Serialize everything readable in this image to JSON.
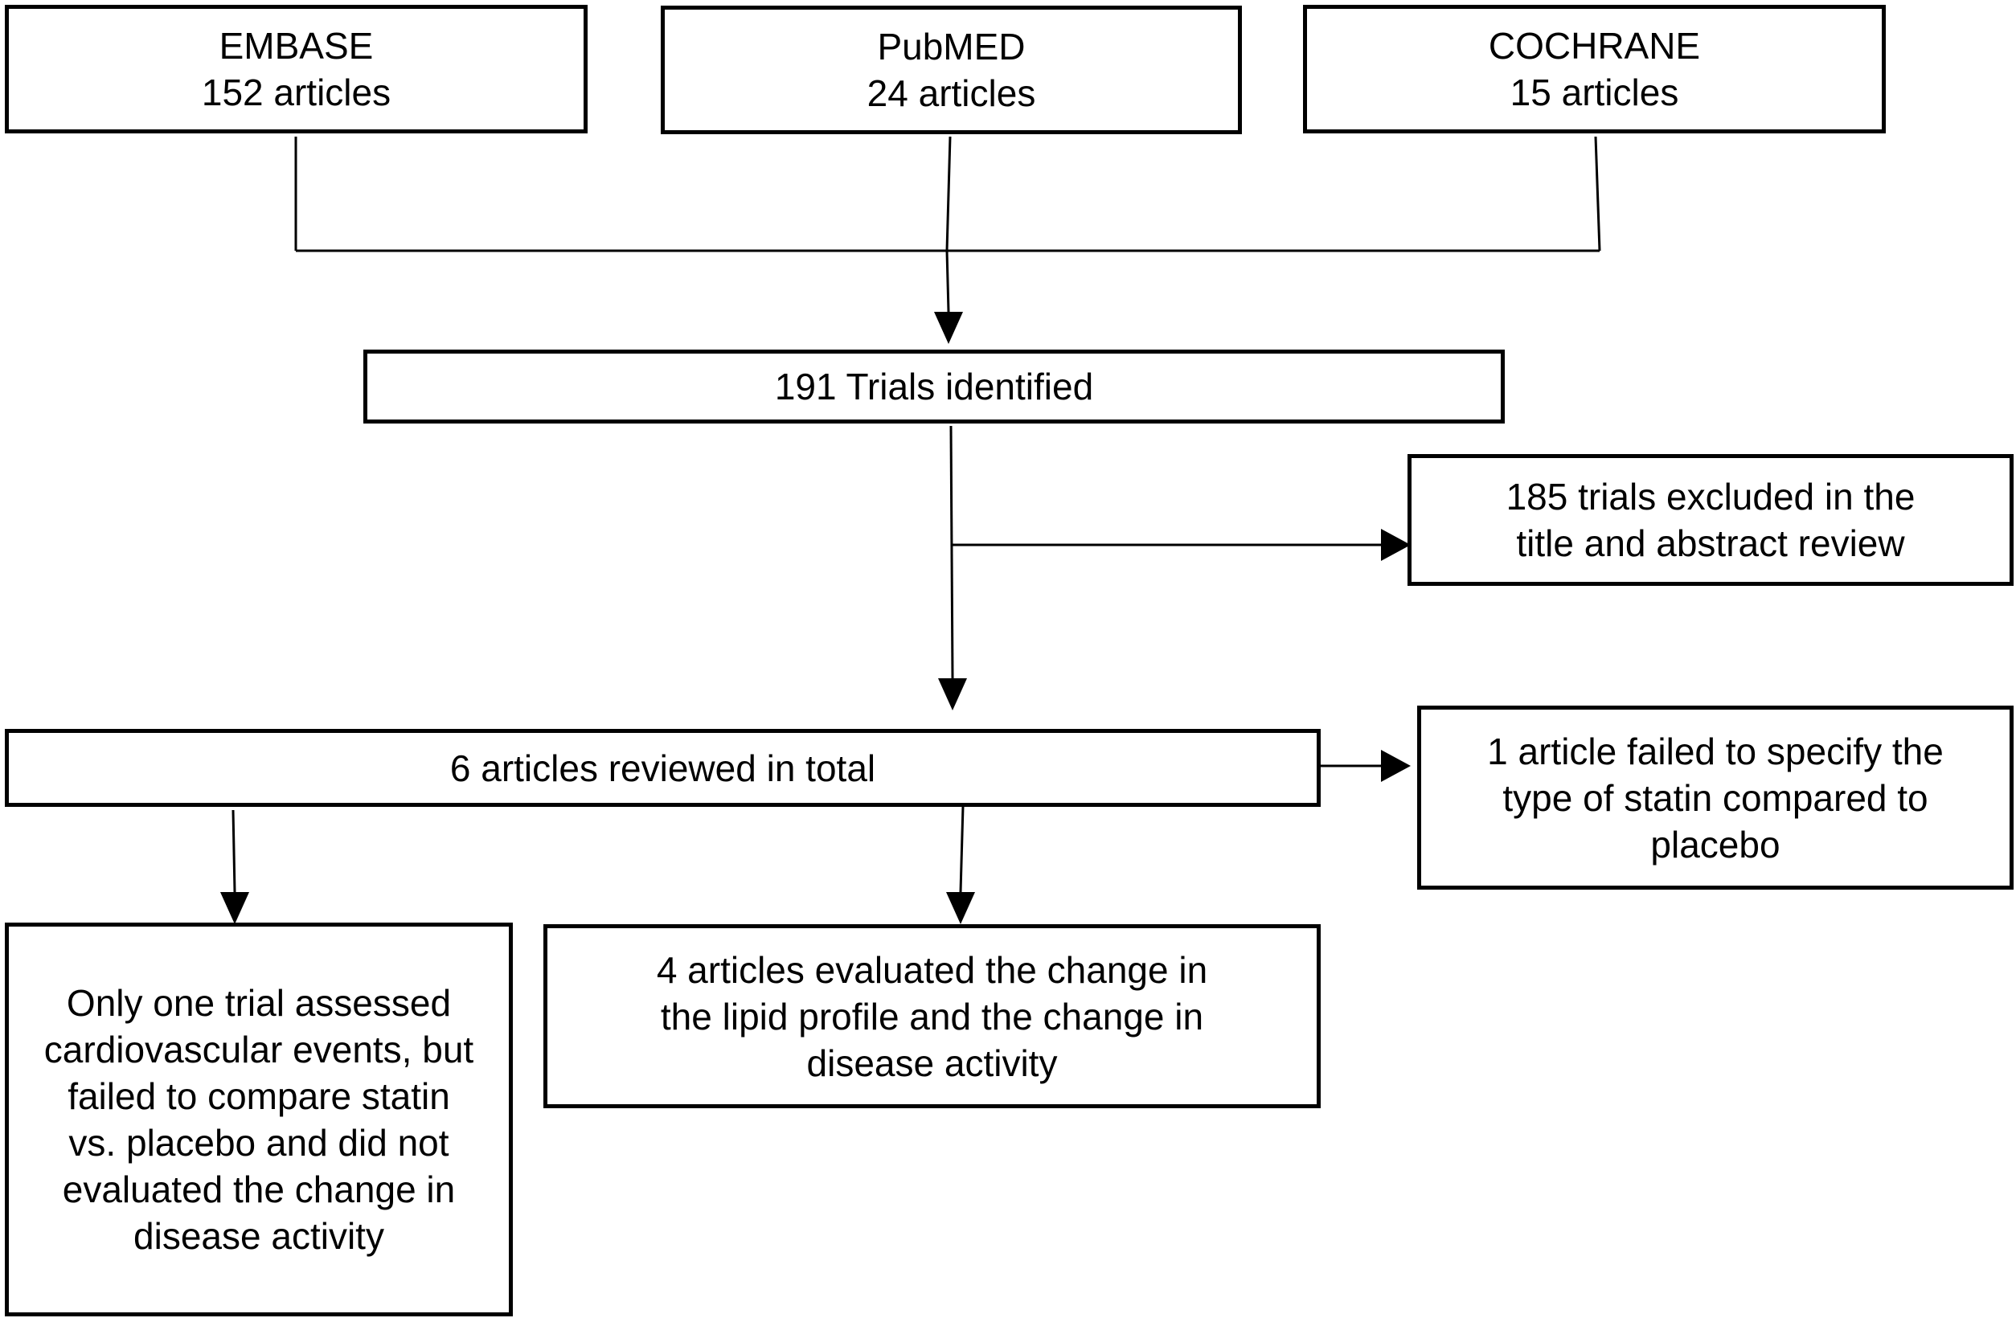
{
  "nodes": {
    "embase": {
      "lines": [
        "EMBASE",
        "152 articles"
      ]
    },
    "pubmed": {
      "lines": [
        "PubMED",
        "24 articles"
      ]
    },
    "cochrane": {
      "lines": [
        "COCHRANE",
        "15 articles"
      ]
    },
    "identified": {
      "lines": [
        "191 Trials identified"
      ]
    },
    "excluded": {
      "lines": [
        "185 trials excluded  in the",
        "title and abstract review"
      ]
    },
    "reviewed": {
      "lines": [
        "6 articles reviewed in total"
      ]
    },
    "failed_statin": {
      "lines": [
        "1 article failed to specify the",
        "type of statin compared to",
        "placebo"
      ]
    },
    "one_trial": {
      "lines": [
        "Only one trial assessed",
        "cardiovascular events, but",
        "failed to compare statin",
        "vs. placebo and did not",
        "evaluated the change in",
        "disease activity"
      ]
    },
    "four_articles": {
      "lines": [
        "4 articles evaluated the change in",
        "the lipid profile and the change in",
        "disease activity"
      ]
    }
  },
  "colors": {
    "stroke": "#000000",
    "background": "#ffffff"
  }
}
